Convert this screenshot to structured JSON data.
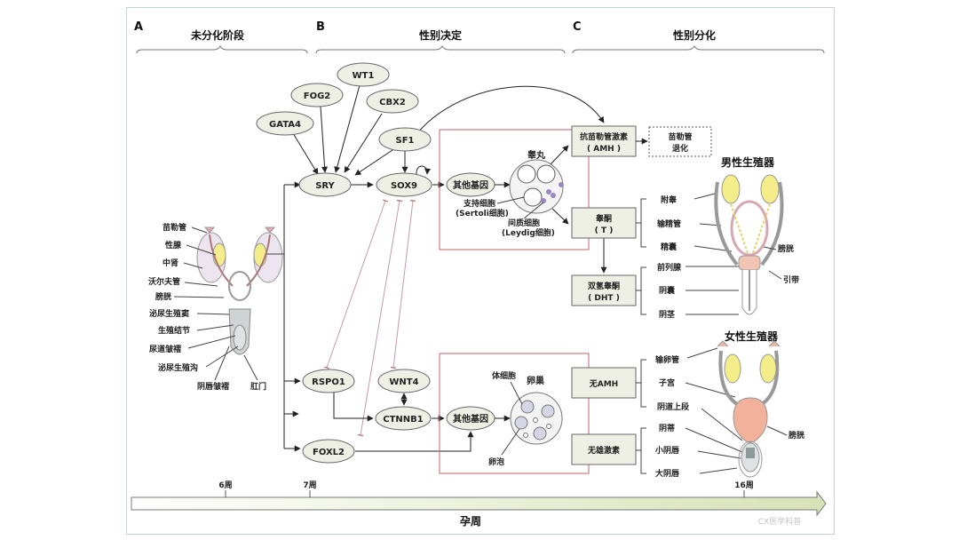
{
  "panels": {
    "A": {
      "letter": "A",
      "title": "未分化阶段"
    },
    "B": {
      "letter": "B",
      "title": "性别决定"
    },
    "C": {
      "letter": "C",
      "title": "性别分化"
    }
  },
  "regulators": {
    "gata4": "GATA4",
    "fog2": "FOG2",
    "wt1": "WT1",
    "cbx2": "CBX2",
    "sf1": "SF1",
    "sry": "SRY",
    "sox9": "SOX9",
    "rspo1": "RSPO1",
    "wnt4": "WNT4",
    "ctnnb1": "CTNNB1",
    "foxl2": "FOXL2"
  },
  "male_box": {
    "other_genes": "其他基因",
    "organ": "睾丸",
    "sertoli": "支持细胞",
    "sertoli_en": "(Sertoli细胞)",
    "leydig": "间质细胞",
    "leydig_en": "(Leydig细胞)"
  },
  "female_box": {
    "other_genes": "其他基因",
    "organ": "卵巢",
    "somatic": "体细胞",
    "follicle": "卵泡"
  },
  "hormones": {
    "amh_line1": "抗苗勒管激素",
    "amh_line2": "( AMH )",
    "muller_line1": "苗勒管",
    "muller_line2": "退化",
    "t_line1": "睾酮",
    "t_line2": "( T )",
    "dht_line1": "双氢睾酮",
    "dht_line2": "( DHT )",
    "no_amh": "无AMH",
    "no_androgen": "无雄激素"
  },
  "undiff_labels": [
    "苗勒管",
    "性腺",
    "中肾",
    "沃尔夫管",
    "膀胱",
    "泌尿生殖窦",
    "生殖结节",
    "尿道皱褶",
    "泌尿生殖沟",
    "阴唇皱褶",
    "肛门"
  ],
  "male": {
    "title": "男性生殖器",
    "t_targets": [
      "附睾",
      "输精管",
      "精囊"
    ],
    "dht_targets": [
      "前列腺",
      "阴囊",
      "阴茎"
    ],
    "bladder": "膀胱",
    "gubernaculum": "引带"
  },
  "female": {
    "title": "女性生殖器",
    "amh_targets": [
      "输卵管",
      "子宫",
      "阴道上段"
    ],
    "androgen_targets": [
      "阴蒂",
      "小阴唇",
      "大阴唇"
    ],
    "bladder": "膀胱"
  },
  "timeline": {
    "ticks": [
      "6周",
      "7周",
      "16周"
    ],
    "axis_label": "孕周"
  },
  "watermark": "CX医学科普",
  "colors": {
    "node_fill": "#eef0e6",
    "red_box": "#c0646e",
    "gonad_yellow": "#f5ec8a",
    "uterus": "#f1b19b",
    "arrow_fill_start": "#ffffff",
    "arrow_fill_end": "#d7e2b6"
  }
}
